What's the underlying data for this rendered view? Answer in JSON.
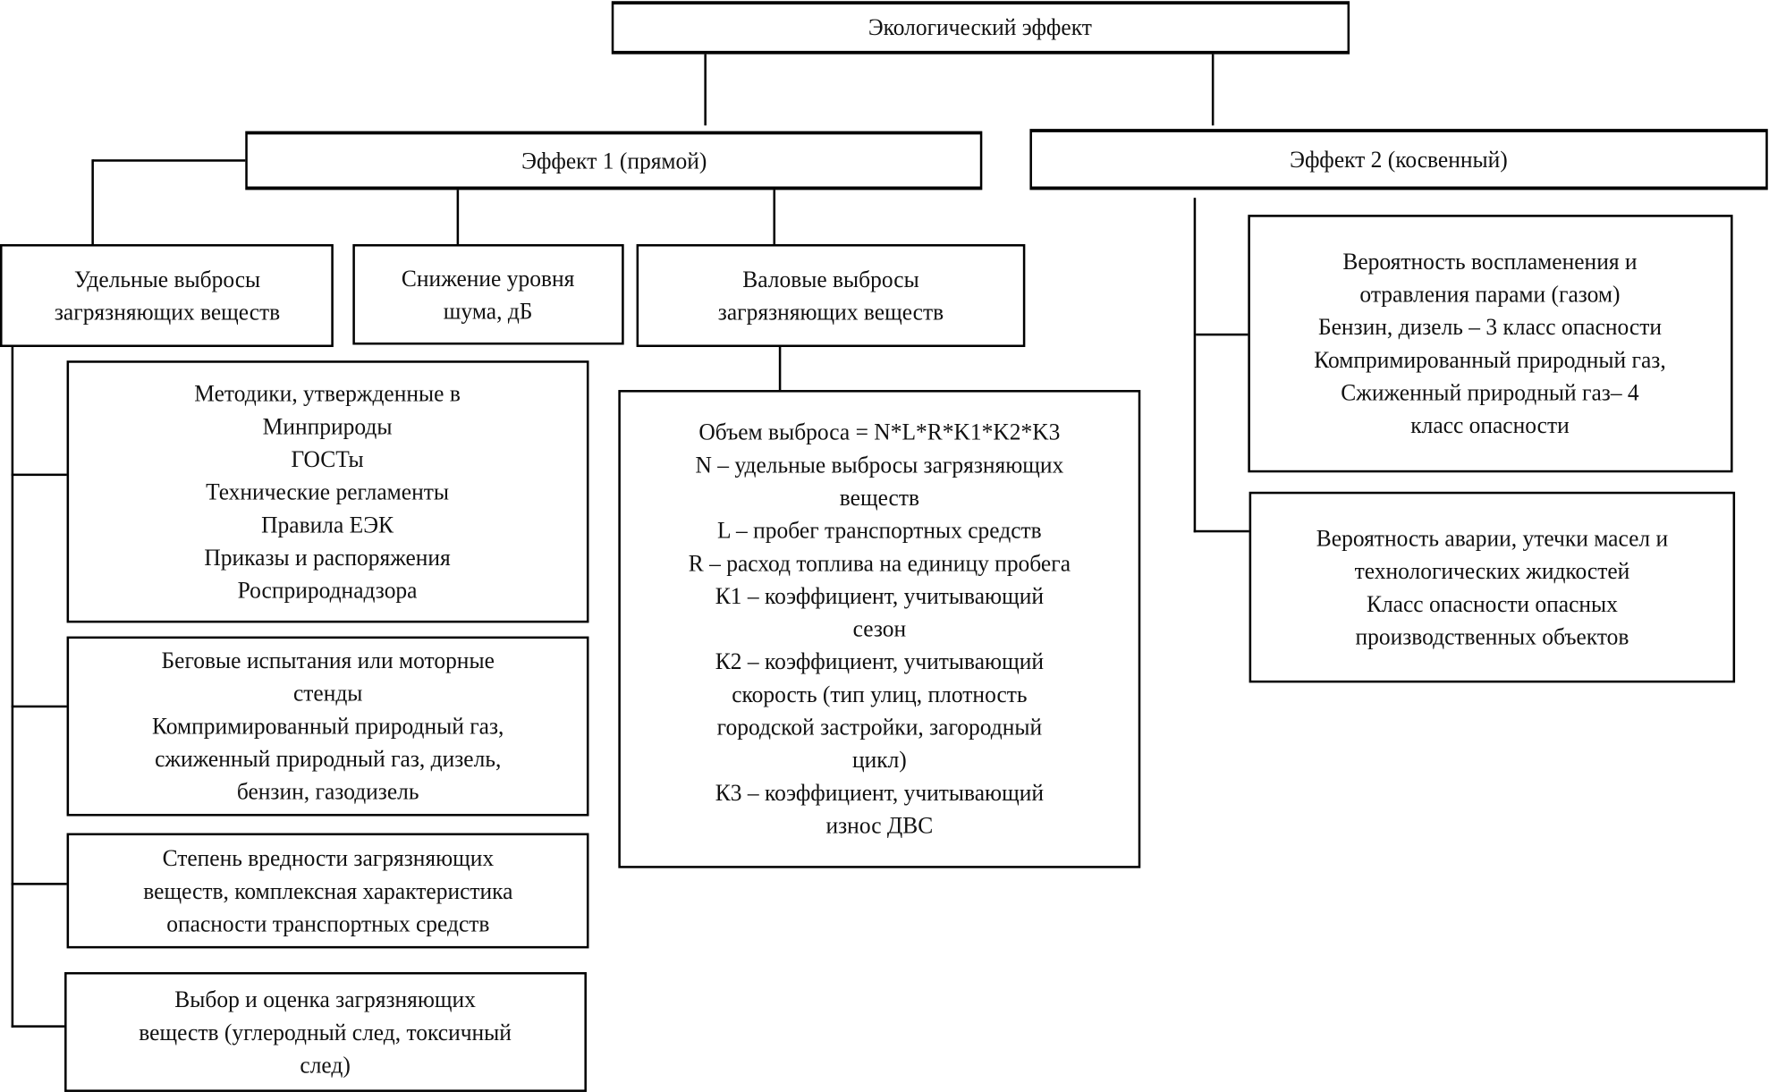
{
  "root": {
    "label": "Экологический эффект"
  },
  "effect1": {
    "label": "Эффект 1 (прямой)"
  },
  "effect2": {
    "label": "Эффект 2 (косвенный)"
  },
  "direct": {
    "specific_emissions": "Удельные выбросы\nзагрязняющих веществ",
    "noise_reduction": "Снижение уровня\nшума, дБ",
    "gross_emissions": "Валовые выбросы\nзагрязняющих веществ"
  },
  "specific_children": [
    "Методики, утвержденные в\nМинприроды\nГОСТы\nТехнические регламенты\nПравила ЕЭК\nПриказы и распоряжения\nРосприроднадзора",
    "Беговые испытания или моторные\nстенды\nКомпримированный природный газ,\nсжиженный природный газ, дизель,\nбензин, газодизель",
    "Степень вредности загрязняющих\nвеществ, комплексная характеристика\nопасности транспортных средств",
    "Выбор и оценка загрязняющих\nвеществ (углеродный след, токсичный\nслед)"
  ],
  "gross_formula": "Объем выброса = N*L*R*K1*K2*K3\nN – удельные выбросы загрязняющих\nвеществ\nL – пробег транспортных средств\nR – расход топлива на единицу пробега\nК1 – коэффициент, учитывающий\nсезон\nК2 – коэффициент, учитывающий\nскорость (тип улиц, плотность\nгородской застройки, загородный\nцикл)\nК3 – коэффициент, учитывающий\nизнос ДВС",
  "indirect_children": [
    "Вероятность воспламенения и\nотравления парами (газом)\nБензин, дизель – 3 класс опасности\nКомпримированный природный газ,\nСжиженный природный газ– 4\nкласс опасности",
    "Вероятность аварии, утечки масел и\nтехнологических жидкостей\nКласс опасности опасных\nпроизводственных объектов"
  ]
}
